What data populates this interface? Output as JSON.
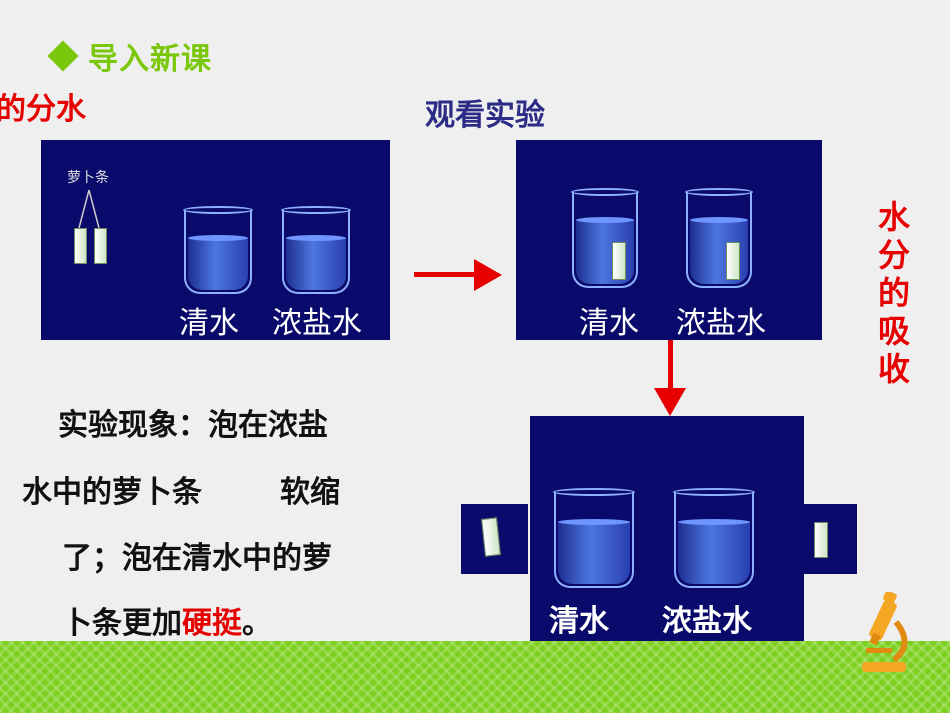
{
  "header": {
    "title": "导入新课",
    "accent": "#7ac70c"
  },
  "left_red_title": "的分水",
  "watch_title": "观看实验",
  "vertical_title": "水分的吸收",
  "panel1": {
    "radish_label": "萝卜条",
    "label_left": "清水",
    "label_right": "浓盐水"
  },
  "panel2": {
    "label_left": "清水",
    "label_right": "浓盐水"
  },
  "panel3": {
    "label_left": "清水",
    "label_right": "浓盐水"
  },
  "body": {
    "line1": "实验现象：泡在浓盐",
    "line2": "水中的萝卜条",
    "line2_red": "软缩",
    "line3": "了；泡在清水中的萝",
    "line4_a": "卜条更加",
    "line4_red": "硬挺",
    "line4_b": "。"
  },
  "colors": {
    "panel": "#0a0a6c",
    "red": "#e60000",
    "grass": "#7ccf1c",
    "blue_text": "#2c2c86"
  },
  "icons": {
    "corner": "microscope-icon"
  }
}
